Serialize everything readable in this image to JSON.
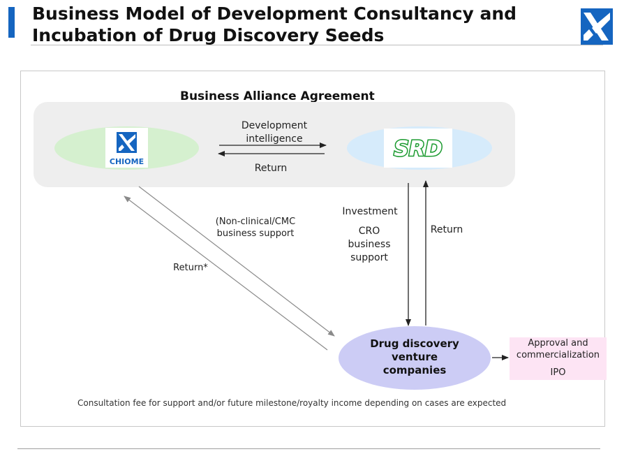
{
  "header": {
    "title_line1": "Business Model of Development Consultancy and",
    "title_line2": "Incubation of Drug Discovery Seeds"
  },
  "diagram": {
    "alliance_title": "Business Alliance Agreement",
    "chiome_logo_text": "CHIOME",
    "srd_logo_text": "SRD",
    "dev_intel_line1": "Development",
    "dev_intel_line2": "intelligence",
    "return_top": "Return",
    "investment": "Investment",
    "cro_line1": "CRO",
    "cro_line2": "business",
    "cro_line3": "support",
    "return_right": "Return",
    "nonclinical_line1": "(Non-clinical/CMC",
    "nonclinical_line2": "business support",
    "return_star": "Return*",
    "venture_line1": "Drug discovery",
    "venture_line2": "venture",
    "venture_line3": "companies",
    "approval_line1": "Approval and",
    "approval_line2": "commercialization",
    "ipo": "IPO",
    "note": "Consultation fee for support and/or future milestone/royalty income depending on cases are expected"
  },
  "colors": {
    "accent_blue": "#1565c0",
    "chiome_ellipse": "#d5f0cf",
    "srd_ellipse": "#d6ebfb",
    "venture_ellipse": "#ccccf5",
    "approval_box": "#fde4f4",
    "srd_green": "#1a9a2e"
  }
}
